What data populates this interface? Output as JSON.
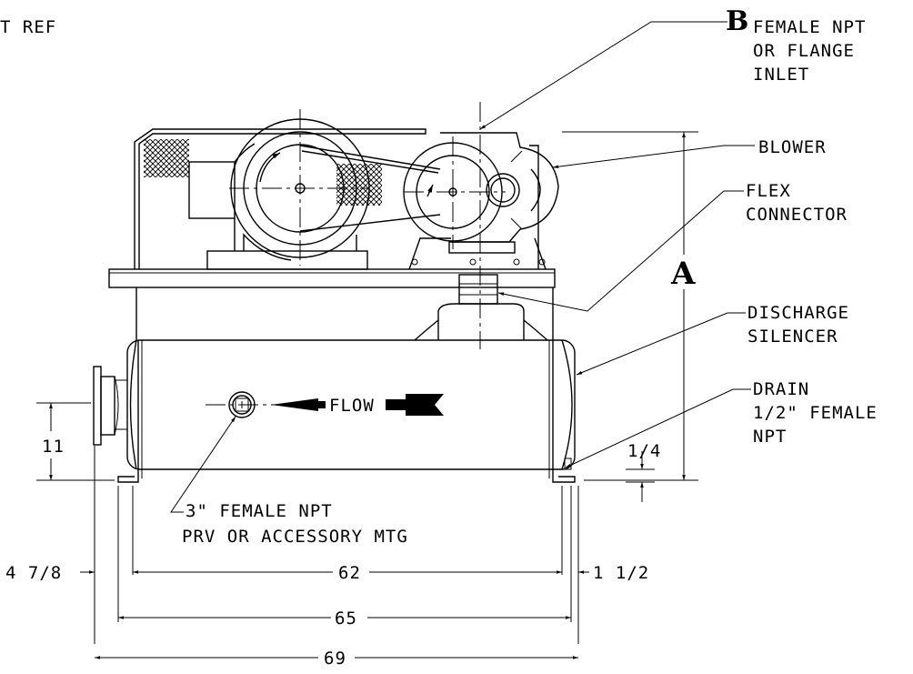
{
  "labels": {
    "top_left_ref": "T REF",
    "inlet_letter": "B",
    "inlet_line1": "FEMALE NPT",
    "inlet_line2": "OR FLANGE",
    "inlet_line3": "INLET",
    "blower": "BLOWER",
    "flex_line1": "FLEX",
    "flex_line2": "CONNECTOR",
    "height_letter": "A",
    "discharge_line1": "DISCHARGE",
    "discharge_line2": "SILENCER",
    "drain_line1": "DRAIN",
    "drain_line2": "1/2\" FEMALE",
    "drain_line3": "NPT",
    "flow": "FLOW",
    "prv_line1": "3\" FEMALE NPT",
    "prv_line2": "PRV OR ACCESSORY MTG"
  },
  "dimensions": {
    "inlet_height": "11",
    "drain_offset": "1/4",
    "left_offset": "4 7/8",
    "base_inner": "62",
    "right_offset": "1 1/2",
    "base_outer": "65",
    "overall": "69"
  }
}
